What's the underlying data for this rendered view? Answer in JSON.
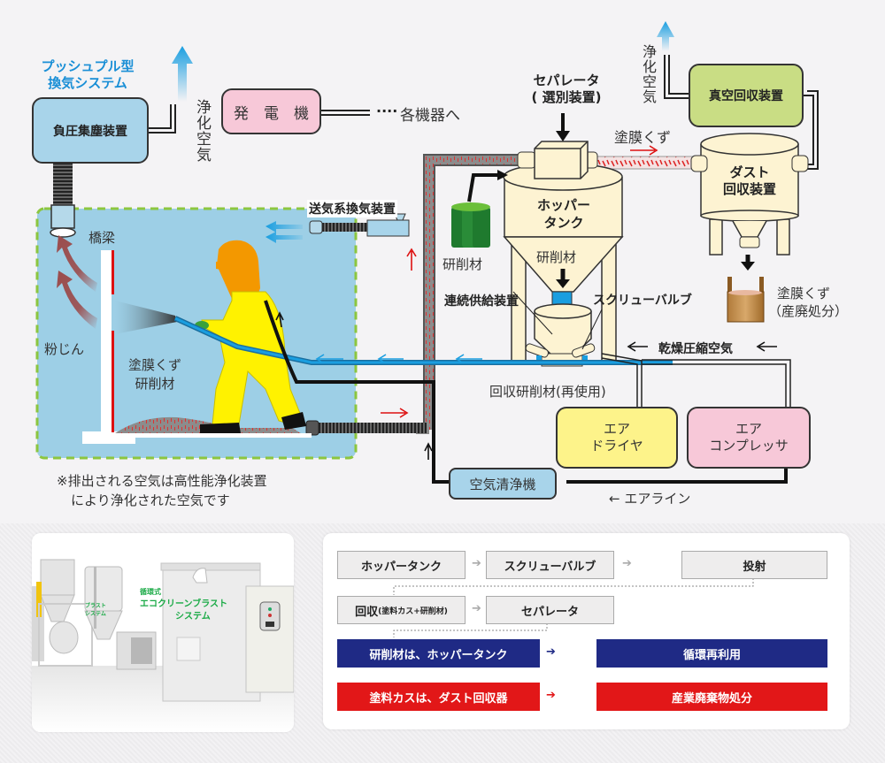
{
  "diagram": {
    "pushpull_title_line1": "プッシュプル型",
    "pushpull_title_line2": "換気システム",
    "negative_pressure_collector": "負圧集塵装置",
    "purified_air_left": "浄化空気",
    "generator": "発　電　機",
    "to_each_device": "各機器へ",
    "separator_line1": "セパレータ",
    "separator_line2": "( 選別装置)",
    "purified_air_right": "浄化空気",
    "vacuum_recovery": "真空回収装置",
    "paint_debris_flow": "塗膜くず",
    "dust_recovery_line1": "ダスト",
    "dust_recovery_line2": "回収装置",
    "air_supply_ventilation": "送気系換気装置",
    "bridge_girder": "橋梁",
    "dust_label": "粉じん",
    "floor_debris_line1": "塗膜くず",
    "floor_debris_line2": "研削材",
    "abrasive_supply": "研削材",
    "hopper_line1": "ホッパー",
    "hopper_line2": "タンク",
    "hopper_abrasive": "研削材",
    "continuous_feeder": "連続供給装置",
    "screw_valve": "スクリューバルブ",
    "waste_debris_line1": "塗膜くず",
    "waste_debris_line2": "（産廃処分）",
    "dry_compressed_air": "乾燥圧縮空気",
    "recovered_abrasive": "回収研削材(再使用)",
    "air_dryer_line1": "エア",
    "air_dryer_line2": "ドライヤ",
    "air_compressor_line1": "エア",
    "air_compressor_line2": "コンプレッサ",
    "air_cleaner": "空気清浄機",
    "air_line": "← エアライン",
    "note_line1": "※排出される空気は高性能浄化装置",
    "note_line2": "により浄化された空気です"
  },
  "photo": {
    "caption_line1": "循環式",
    "caption_line2": "エコクリーンブラスト",
    "caption_line3": "システム",
    "small_label_line1": "ブラスト",
    "small_label_line2": "システム"
  },
  "flow": {
    "steps": [
      {
        "label": "ホッパータンク"
      },
      {
        "label": "スクリューバルブ"
      },
      {
        "label": "投射"
      },
      {
        "label_main": "回収",
        "label_sub": "(塗料カス+研削材)"
      },
      {
        "label": "セパレータ"
      }
    ],
    "outcomes": [
      {
        "from": "研削材は、ホッパータンク",
        "to": "循環再利用",
        "color": "#1f2a85"
      },
      {
        "from": "塗料カスは、ダスト回収器",
        "to": "産業廃棄物処分",
        "color": "#e21718"
      }
    ],
    "arrow_glyph": "➔"
  },
  "colors": {
    "booth_fill": "#9dcfe6",
    "booth_border": "#8cc63f",
    "arrow_blue": "#1a9ee0",
    "collector_fill": "#a8d4ea",
    "generator_fill": "#f7c8d8",
    "vacuum_fill": "#c9dd84",
    "tank_fill": "#fdf3d2",
    "dryer_fill": "#fdf38a",
    "compressor_fill": "#f7c8d8"
  }
}
